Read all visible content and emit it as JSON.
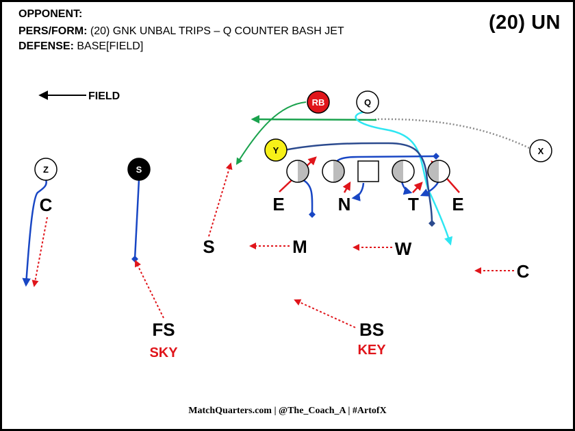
{
  "header": {
    "opponent_label": "OPPONENT:",
    "personnel_label": "PERS/FORM:",
    "personnel_value": "(20) GNK UNBAL TRIPS – Q COUNTER BASH JET",
    "defense_label": "DEFENSE:",
    "defense_value": "BASE[FIELD]",
    "badge": "(20) UN"
  },
  "field_direction": {
    "label": "FIELD"
  },
  "offense": {
    "rb": "RB",
    "q": "Q",
    "y": "Y",
    "x": "X",
    "z": "Z",
    "s": "S"
  },
  "defense": {
    "c_left": "C",
    "e_left": "E",
    "n": "N",
    "t": "T",
    "e_right": "E",
    "s": "S",
    "m": "M",
    "w": "W",
    "c_right": "C",
    "fs": "FS",
    "bs": "BS"
  },
  "calls": {
    "sky": "SKY",
    "key": "KEY"
  },
  "colors": {
    "rb_fill": "#e0151b",
    "y_fill": "#f7f018",
    "s_fill": "#000000",
    "route_green": "#1aa24d",
    "route_blue": "#1846c4",
    "route_navy": "#2b4a8e",
    "route_cyan": "#2ee6f2",
    "motion_gray": "#8a8a8a",
    "defense_red": "#e0151b",
    "lineman_shade": "#bcbcbc"
  },
  "footer": "MatchQuarters.com | @The_Coach_A | #ArtofX"
}
